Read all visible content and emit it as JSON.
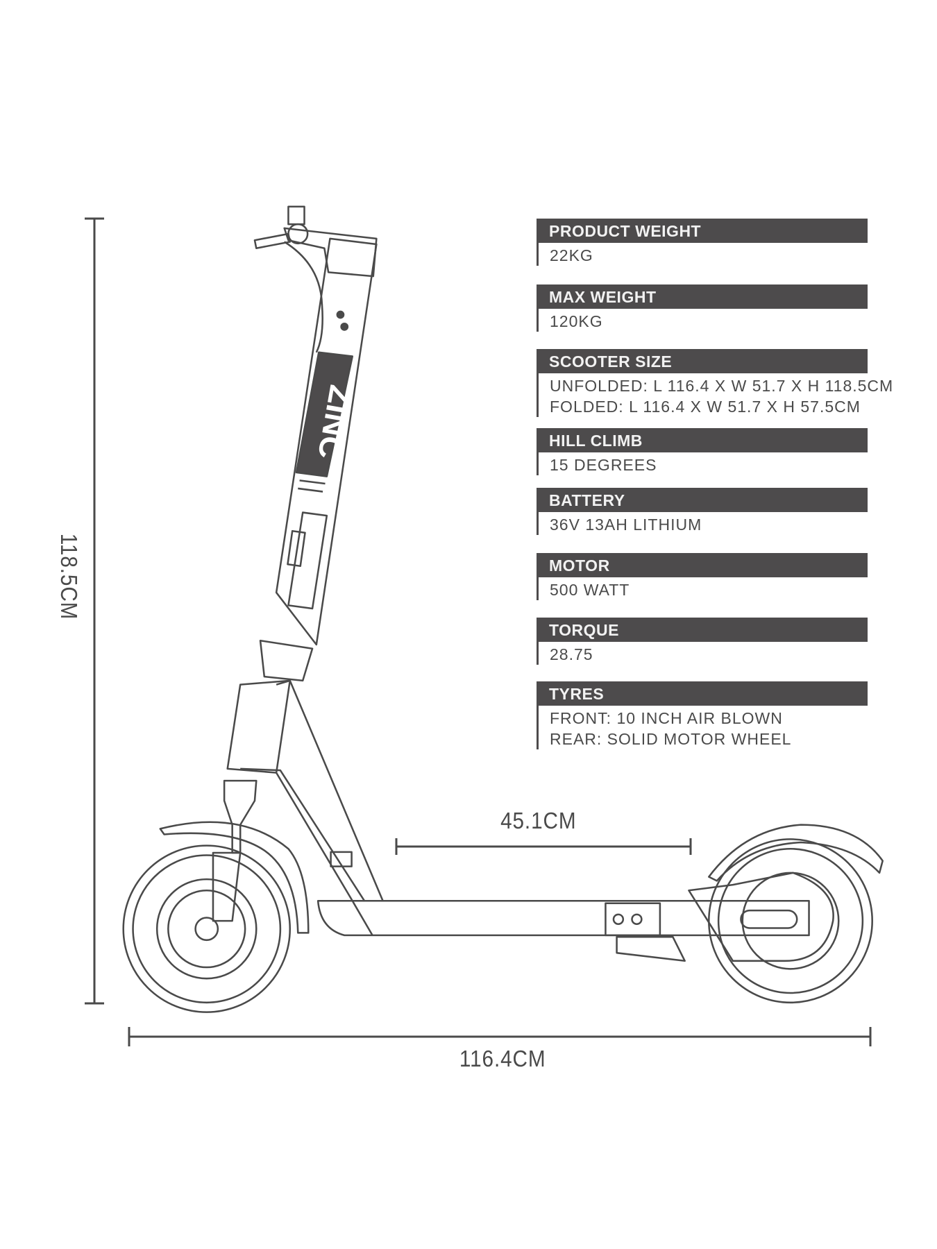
{
  "dimensions": {
    "height_label": "118.5CM",
    "length_label": "116.4CM",
    "deck_label": "45.1CM"
  },
  "drawing": {
    "brand_on_stem": "ZINC"
  },
  "specs": [
    {
      "title": "PRODUCT WEIGHT",
      "lines": [
        "22KG"
      ]
    },
    {
      "title": "MAX WEIGHT",
      "lines": [
        "120KG"
      ]
    },
    {
      "title": "SCOOTER SIZE",
      "lines": [
        "UNFOLDED: L 116.4 X W 51.7 X H 118.5CM",
        "FOLDED: L 116.4 X W 51.7 X H 57.5CM"
      ]
    },
    {
      "title": "HILL CLIMB",
      "lines": [
        "15 DEGREES"
      ]
    },
    {
      "title": "BATTERY",
      "lines": [
        "36V 13AH LITHIUM"
      ]
    },
    {
      "title": "MOTOR",
      "lines": [
        "500 WATT"
      ]
    },
    {
      "title": "TORQUE",
      "lines": [
        "28.75"
      ]
    },
    {
      "title": "TYRES",
      "lines": [
        "FRONT: 10 INCH AIR BLOWN",
        "REAR: SOLID MOTOR WHEEL"
      ]
    }
  ],
  "colors": {
    "bar": "#4d4b4c",
    "line": "#4a4a4a"
  }
}
